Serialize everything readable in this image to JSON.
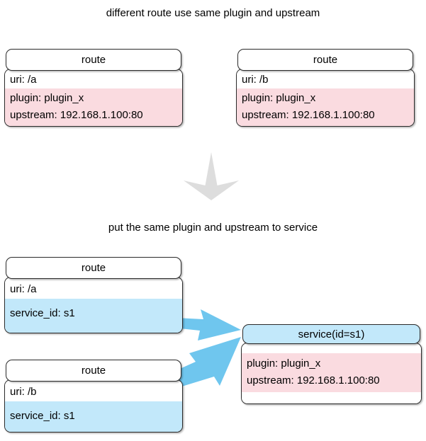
{
  "captions": {
    "top": "different route use same plugin and upstream",
    "middle": "put the same plugin and upstream to service"
  },
  "colors": {
    "pink": "#fadbe0",
    "blue": "#c2e8fa",
    "arrow_blue": "#6fc6ee",
    "arrow_gray": "#dddddd",
    "border": "#2b2b2b",
    "background": "#ffffff"
  },
  "top_section": {
    "nodes": [
      {
        "header": "route",
        "rows": [
          {
            "text": "uri: /a",
            "fill": "plain"
          },
          {
            "text": "plugin: plugin_x",
            "fill": "pink"
          },
          {
            "text": "upstream: 192.168.1.100:80",
            "fill": "pink"
          }
        ]
      },
      {
        "header": "route",
        "rows": [
          {
            "text": "uri: /b",
            "fill": "plain"
          },
          {
            "text": "plugin: plugin_x",
            "fill": "pink"
          },
          {
            "text": "upstream: 192.168.1.100:80",
            "fill": "pink"
          }
        ]
      }
    ]
  },
  "bottom_section": {
    "route_a": {
      "header": "route",
      "rows": [
        {
          "text": "uri: /a",
          "fill": "plain"
        },
        {
          "text": "service_id: s1",
          "fill": "blue"
        }
      ]
    },
    "route_b": {
      "header": "route",
      "rows": [
        {
          "text": "uri: /b",
          "fill": "plain"
        },
        {
          "text": "service_id: s1",
          "fill": "blue"
        }
      ]
    },
    "service": {
      "header": "service(id=s1)",
      "rows": [
        {
          "text": "plugin: plugin_x",
          "fill": "pink"
        },
        {
          "text": "upstream: 192.168.1.100:80",
          "fill": "pink"
        }
      ]
    }
  },
  "arrows": {
    "transform_arrow": "down-arrow",
    "link_a_to_service": "route-a-to-service-arrow",
    "link_b_to_service": "route-b-to-service-arrow"
  }
}
